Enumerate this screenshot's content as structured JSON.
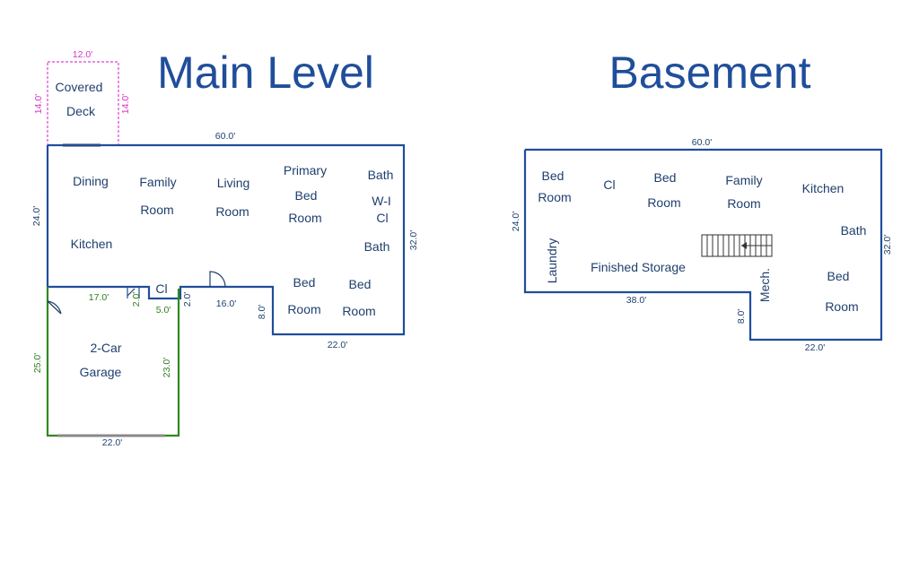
{
  "titles": {
    "main": "Main Level",
    "basement": "Basement"
  },
  "main_rooms": {
    "covered": "Covered",
    "deck": "Deck",
    "dining": "Dining",
    "family": "Family",
    "family_room": "Room",
    "living": "Living",
    "living_room": "Room",
    "primary": "Primary",
    "primary_bed": "Bed",
    "primary_room": "Room",
    "bath": "Bath",
    "wi": "W-I",
    "wi_cl": "Cl",
    "bath2": "Bath",
    "kitchen": "Kitchen",
    "cl": "Cl",
    "bed1": "Bed",
    "bed1_room": "Room",
    "bed2": "Bed",
    "bed2_room": "Room",
    "garage1": "2-Car",
    "garage2": "Garage"
  },
  "main_dims": {
    "deck_w": "12.0'",
    "deck_h_left": "14.0'",
    "deck_h_right": "14.0'",
    "top": "60.0'",
    "left": "24.0'",
    "right": "32.0'",
    "seventeen": "17.0'",
    "cl_w": "2.0'",
    "five": "5.0'",
    "two": "2.0'",
    "sixteen": "16.0'",
    "eight": "8.0'",
    "bottom": "22.0'",
    "garage_left": "25.0'",
    "garage_right": "23.0'",
    "garage_bottom": "22.0'"
  },
  "base_rooms": {
    "bed1": "Bed",
    "bed1_room": "Room",
    "cl": "Cl",
    "bed2": "Bed",
    "bed2_room": "Room",
    "family": "Family",
    "family_room": "Room",
    "kitchen": "Kitchen",
    "laundry": "Laundry",
    "storage": "Finished Storage",
    "bath": "Bath",
    "mech": "Mech.",
    "bed3": "Bed",
    "bed3_room": "Room"
  },
  "base_dims": {
    "top": "60.0'",
    "left": "24.0'",
    "right": "32.0'",
    "thirtyeight": "38.0'",
    "eight": "8.0'",
    "bottom": "22.0'"
  }
}
